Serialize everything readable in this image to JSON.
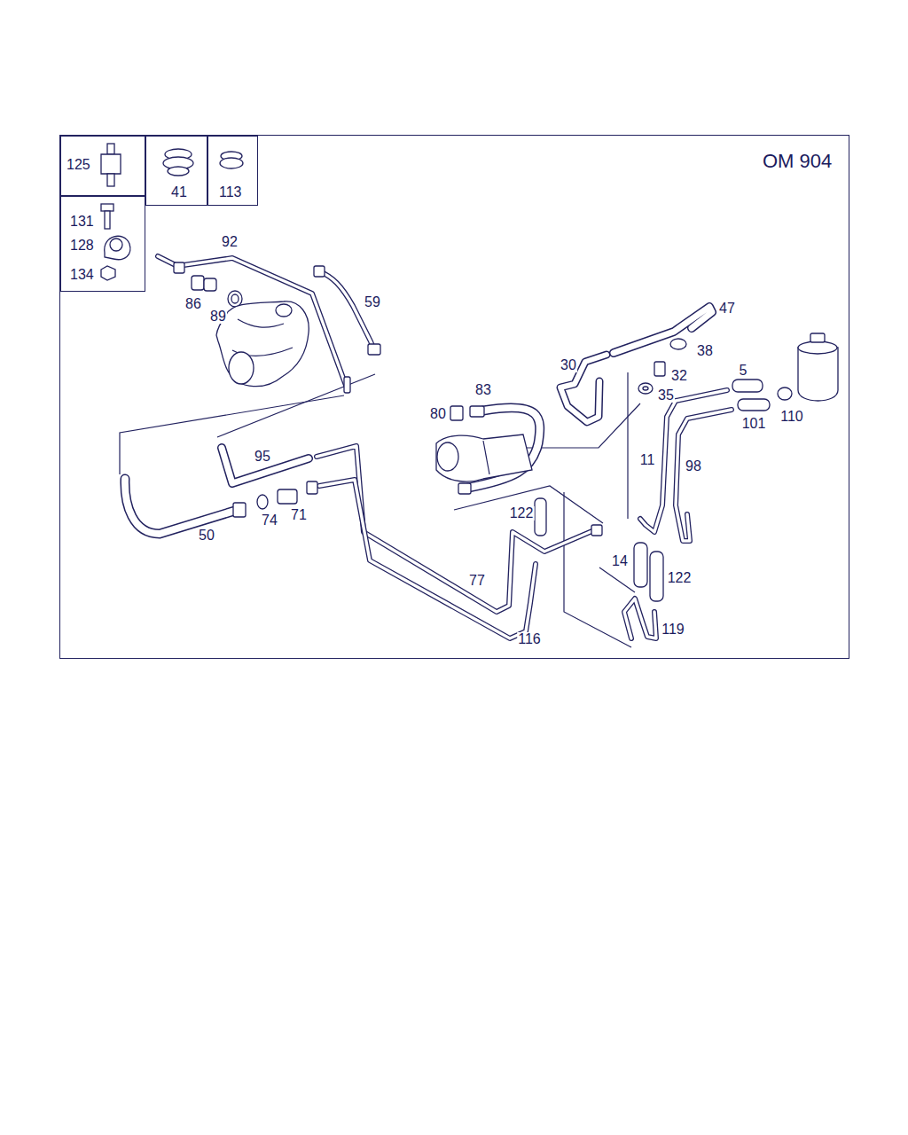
{
  "diagram": {
    "nodes": [
      {
        "text": [
          "OM 904"
        ]
      },
      {
        "text": [
          "125"
        ],
        "in": 0
      },
      {
        "text": [
          "41"
        ],
        "in": 0
      },
      {
        "text": [
          "113"
        ],
        "in": 0
      },
      {
        "text": [
          "131",
          "128",
          "134"
        ],
        "in": 0
      }
    ],
    "labels": [
      "92",
      "86",
      "89",
      "59",
      "47",
      "38",
      "30",
      "83",
      "32",
      "5",
      "35",
      "80",
      "101",
      "110",
      "11",
      "98",
      "95",
      "122",
      "50",
      "74",
      "71",
      "14",
      "122",
      "77",
      "119",
      "116"
    ]
  }
}
